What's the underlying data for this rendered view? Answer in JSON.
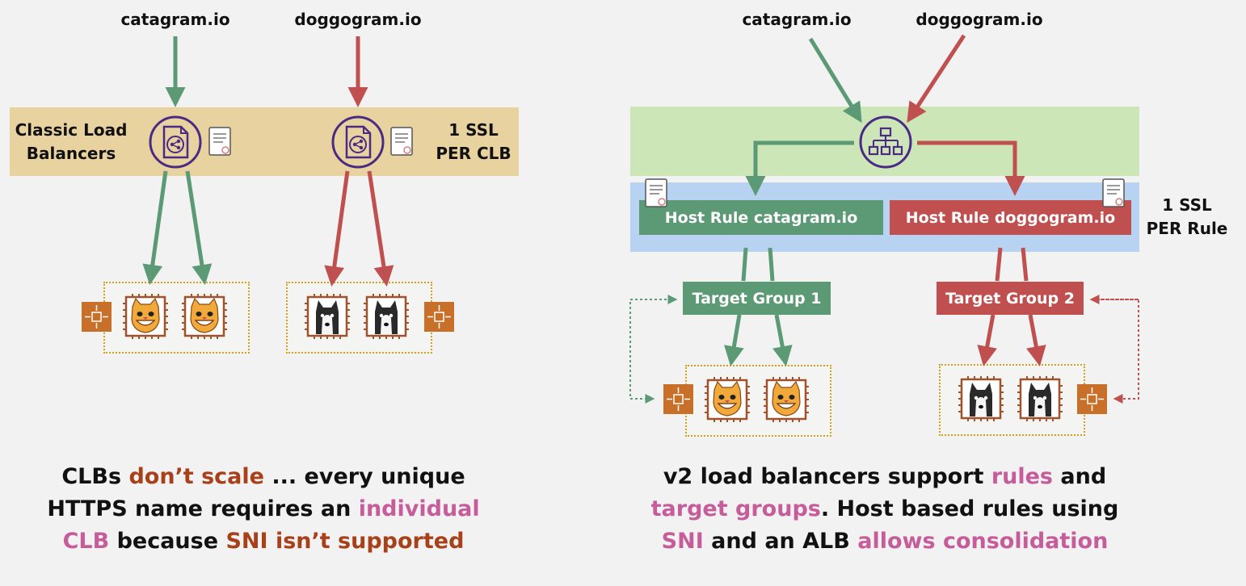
{
  "left": {
    "domain_cat": "catagram.io",
    "domain_dog": "doggogram.io",
    "band_label_line1": "Classic Load",
    "band_label_line2": "Balancers",
    "ssl_label_line1": "1 SSL",
    "ssl_label_line2": "PER CLB"
  },
  "right": {
    "domain_cat": "catagram.io",
    "domain_dog": "doggogram.io",
    "rule_cat": "Host Rule catagram.io",
    "rule_dog": "Host Rule doggogram.io",
    "ssl_label_line1": "1 SSL",
    "ssl_label_line2": "PER Rule",
    "tg1": "Target Group 1",
    "tg2": "Target Group 2"
  },
  "captions": {
    "left": {
      "p1": "CLBs ",
      "p2": "don’t scale",
      "p3": " ... every unique",
      "p4": "HTTPS name requires an ",
      "p5": "individual",
      "p6": "CLB",
      "p7": " because ",
      "p8": "SNI isn’t supported"
    },
    "right": {
      "p1": "v2 load balancers support ",
      "p2": "rules",
      "p3": " and",
      "p4": "target groups",
      "p5": ". Host based rules using",
      "p6": "SNI",
      "p7": " and an ALB ",
      "p8": "allows consolidation"
    }
  },
  "colors": {
    "green": "#5b9a74",
    "red": "#c0504f",
    "band_tan": "#e8d29f",
    "band_green": "#cce6b8",
    "band_blue": "#b8d2f2",
    "purple": "#4b2a84",
    "orange_icon": "#c8702a",
    "highlight_orange": "#a8401a",
    "highlight_pink": "#c65c9a"
  },
  "icons": {
    "clb": "classic-load-balancer-icon",
    "alb": "application-load-balancer-icon",
    "cert": "ssl-certificate-icon",
    "asg": "auto-scaling-icon",
    "cat_instance": "cat-ec2-instance-icon",
    "dog_instance": "dog-ec2-instance-icon"
  }
}
